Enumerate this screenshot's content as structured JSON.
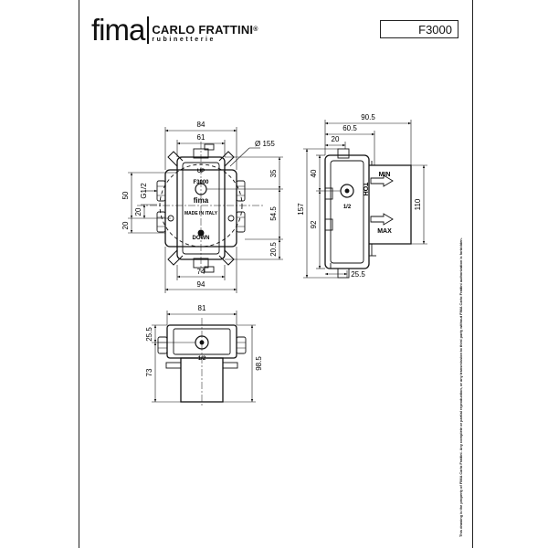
{
  "brand": {
    "logo_text": "fima",
    "name": "CARLO FRATTINI",
    "registered": "®",
    "subtitle": "rubinetterie"
  },
  "drawing_code": "F3000",
  "legal_notice": "This drawing is the property of FIMA Carlo Frattini. Any complete or partial reproduction, or any transmission to third party without FIMA Carlo Frattini authorization is forbidden.",
  "front_view": {
    "dim_width_top": "84",
    "dim_width_inner": "61",
    "dim_circle": "Ø 155",
    "dim_left_outer": "50",
    "dim_left_thread": "G1/2",
    "dim_left_20a": "20",
    "dim_left_20b": "20",
    "dim_right_35": "35",
    "dim_right_545": "54.5",
    "dim_right_205": "20.5",
    "dim_bottom_74": "74",
    "dim_bottom_94": "94",
    "body_labels": {
      "up": "UP",
      "model": "F3000",
      "brand": "fima",
      "made_in": "MADE IN ITALY",
      "down": "DOWN"
    }
  },
  "side_view": {
    "dim_905": "90.5",
    "dim_605": "60.5",
    "dim_20": "20",
    "dim_40": "40",
    "dim_157": "157",
    "dim_92": "92",
    "dim_110": "110",
    "dim_255": "25.5",
    "label_min": "MIN",
    "label_max": "MAX",
    "label_12": "1/2",
    "label_toh": "TOH"
  },
  "bottom_view": {
    "dim_81": "81",
    "dim_255": "25.5",
    "dim_73": "73",
    "dim_985": "98.5",
    "label_12": "1/2"
  }
}
